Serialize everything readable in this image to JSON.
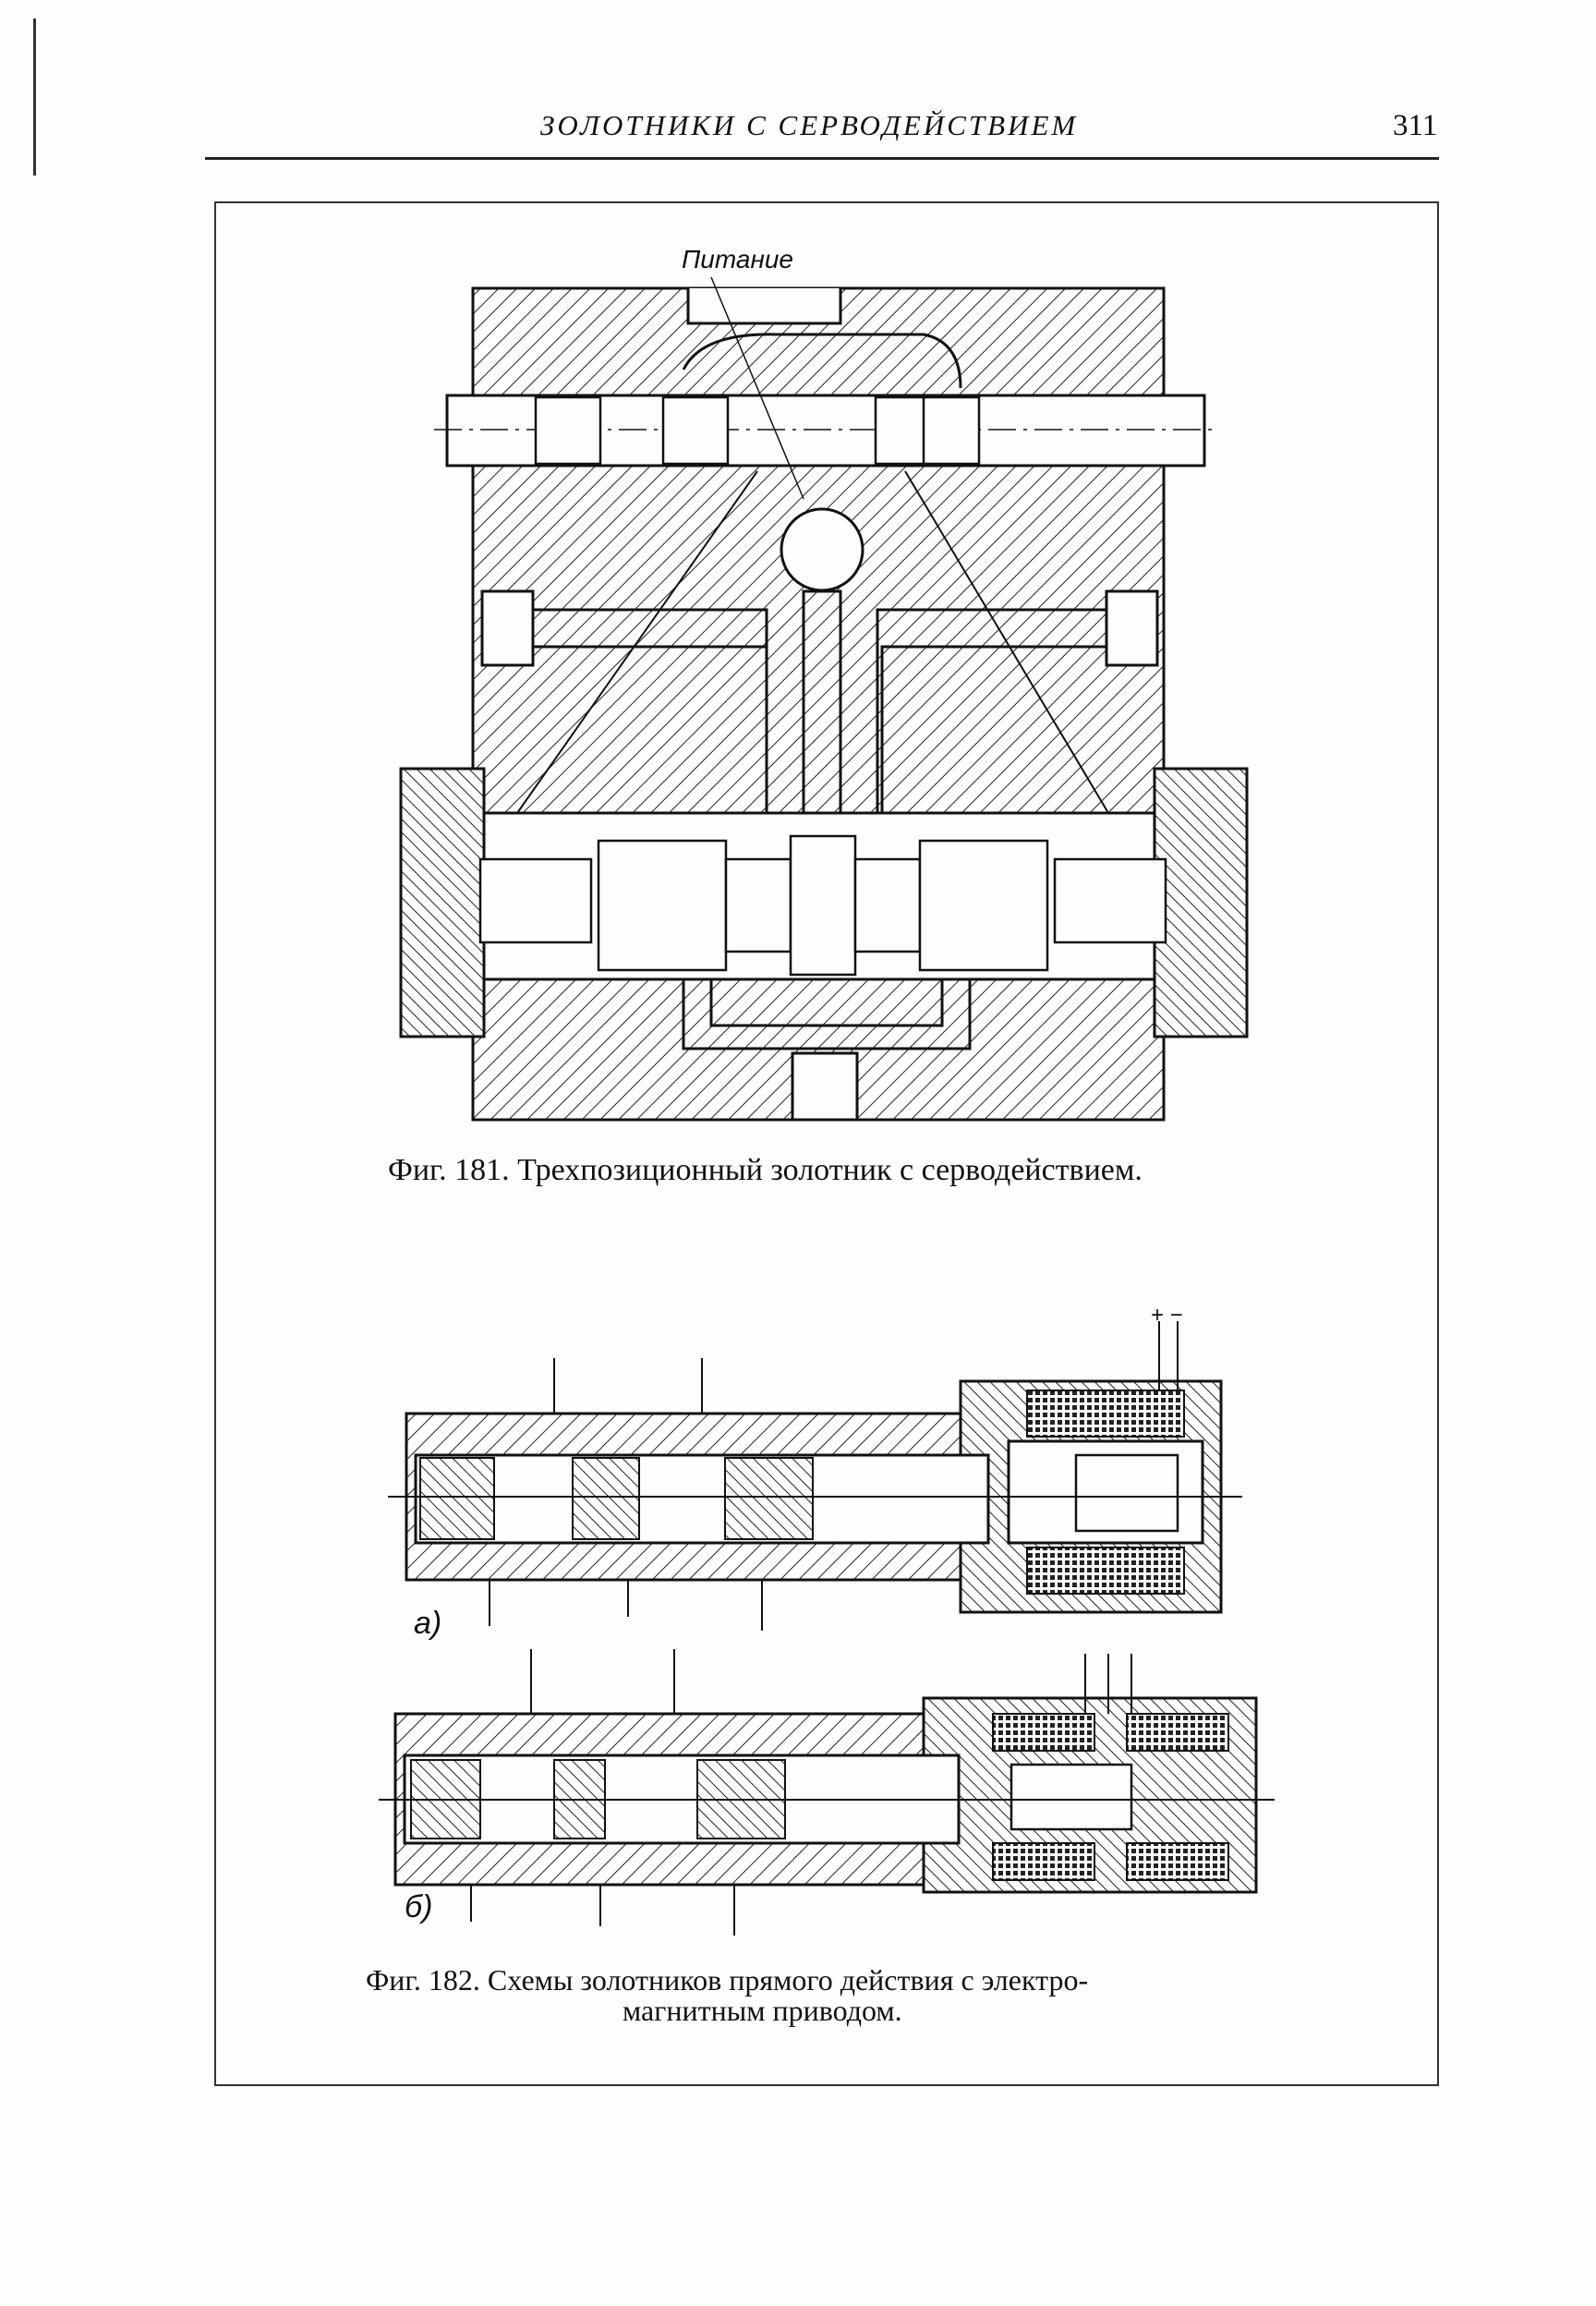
{
  "header": {
    "running_title": "ЗОЛОТНИКИ С СЕРВОДЕЙСТВИЕМ",
    "page_number": "311"
  },
  "figure181": {
    "label_feed": "Питание",
    "caption": "Фиг. 181. Трехпозиционный золотник с серводействием."
  },
  "figure182": {
    "sublabel_a": "а)",
    "sublabel_b": "б)",
    "terminal_signs": "+ −",
    "caption_line1": "Фиг. 182. Схемы золотников прямого действия с электро-",
    "caption_line2": "магнитным приводом."
  }
}
